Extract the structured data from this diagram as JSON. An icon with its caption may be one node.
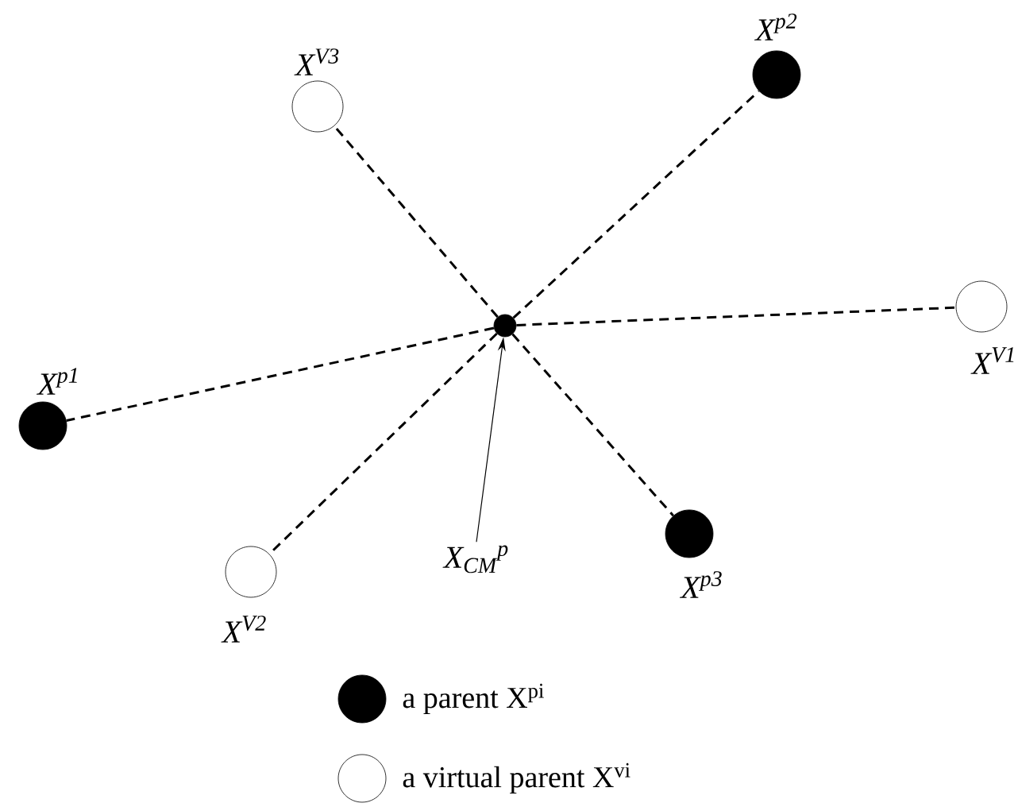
{
  "diagram": {
    "nodes": [
      {
        "text": [],
        "shape": "circle",
        "beside": [
          "X$^{V3}$"
        ]
      },
      {
        "text": [],
        "shape": "circle",
        "beside": [
          "X$^{p2}$"
        ]
      },
      {
        "text": [],
        "shape": "circle",
        "beside": [
          "X$^{p1}$"
        ]
      },
      {
        "text": [],
        "shape": "circle"
      },
      {
        "text": [],
        "shape": "circle",
        "beside": [
          "X$^{V1}$"
        ]
      },
      {
        "text": [],
        "shape": "circle",
        "beside": [
          "X$^{p3}$"
        ]
      },
      {
        "text": [
          "X$_{CM}$$^{p}$"
        ]
      },
      {
        "text": [],
        "shape": "circle",
        "beside": [
          "X$^{V2}$"
        ]
      }
    ],
    "edges": [
      {
        "from": 3,
        "to": 0,
        "arrow": "none",
        "style": "dashed"
      },
      {
        "from": 3,
        "to": 1,
        "arrow": "none",
        "style": "dashed"
      },
      {
        "from": 3,
        "to": 2,
        "arrow": "none",
        "style": "dashed"
      },
      {
        "from": 3,
        "to": 4,
        "arrow": "none",
        "style": "dashed"
      },
      {
        "from": 3,
        "to": 5,
        "arrow": "none",
        "style": "dashed"
      },
      {
        "from": 3,
        "to": 7,
        "arrow": "none",
        "style": "dashed"
      },
      {
        "from": 6,
        "to": 3,
        "arrow": "to"
      }
    ],
    "legend": [
      {
        "text": "a parent X$^{pi}$"
      },
      {
        "text": "a virtual parent X$^{vi}$"
      }
    ]
  }
}
